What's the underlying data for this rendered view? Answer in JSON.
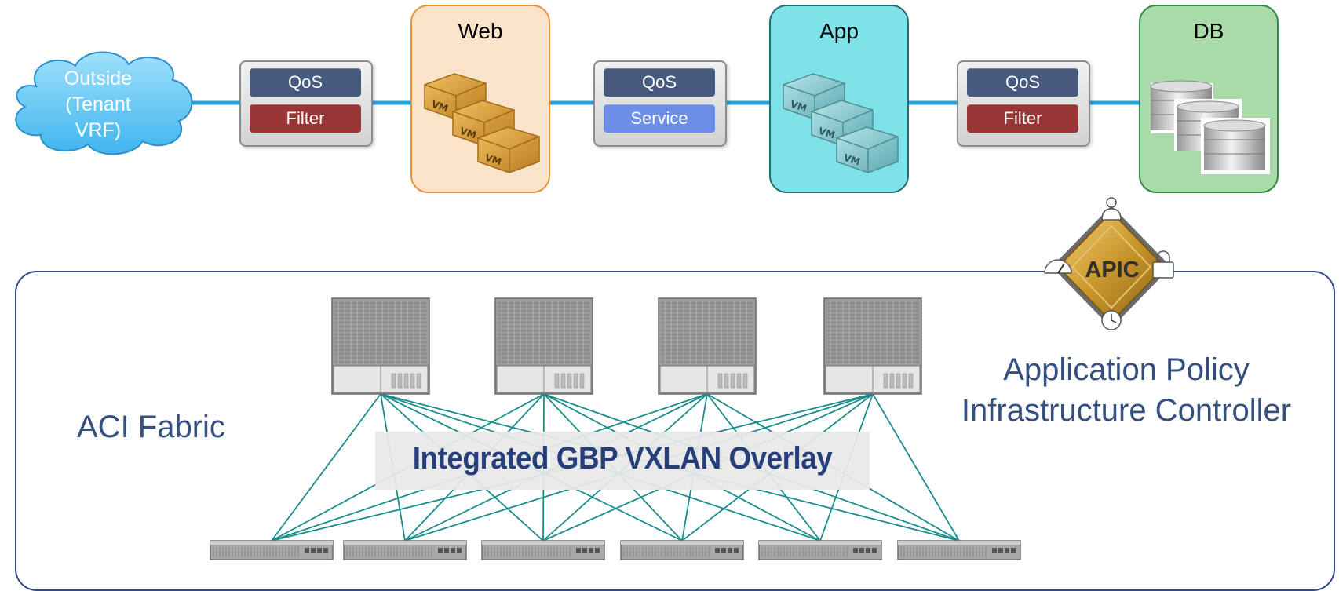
{
  "outside": {
    "lines": [
      "Outside",
      "(Tenant",
      "VRF)"
    ]
  },
  "contracts": [
    {
      "qos": "QoS",
      "second": "Filter"
    },
    {
      "qos": "QoS",
      "second": "Service"
    },
    {
      "qos": "QoS",
      "second": "Filter"
    }
  ],
  "epgs": {
    "web": "Web",
    "app": "App",
    "db": "DB"
  },
  "vm_label": "VM",
  "fabric": {
    "label": "ACI Fabric",
    "overlay": "Integrated GBP VXLAN Overlay"
  },
  "apic": {
    "badge": "APIC",
    "lines": [
      "Application Policy",
      "Infrastructure Controller"
    ]
  },
  "colors": {
    "link": "#24a5d8",
    "fabric_link": "#1a8c8c",
    "web_fill": "#fbe3c9",
    "web_border": "#e5923a",
    "app_fill": "#7fe2e8",
    "app_border": "#1f6e74",
    "db_fill": "#a8dba9",
    "db_border": "#2f8a48",
    "cloud": "#7fd3f7",
    "qos": "#465a7d",
    "filter": "#983535",
    "service": "#6d8ee6",
    "fabric_text": "#35507f"
  }
}
